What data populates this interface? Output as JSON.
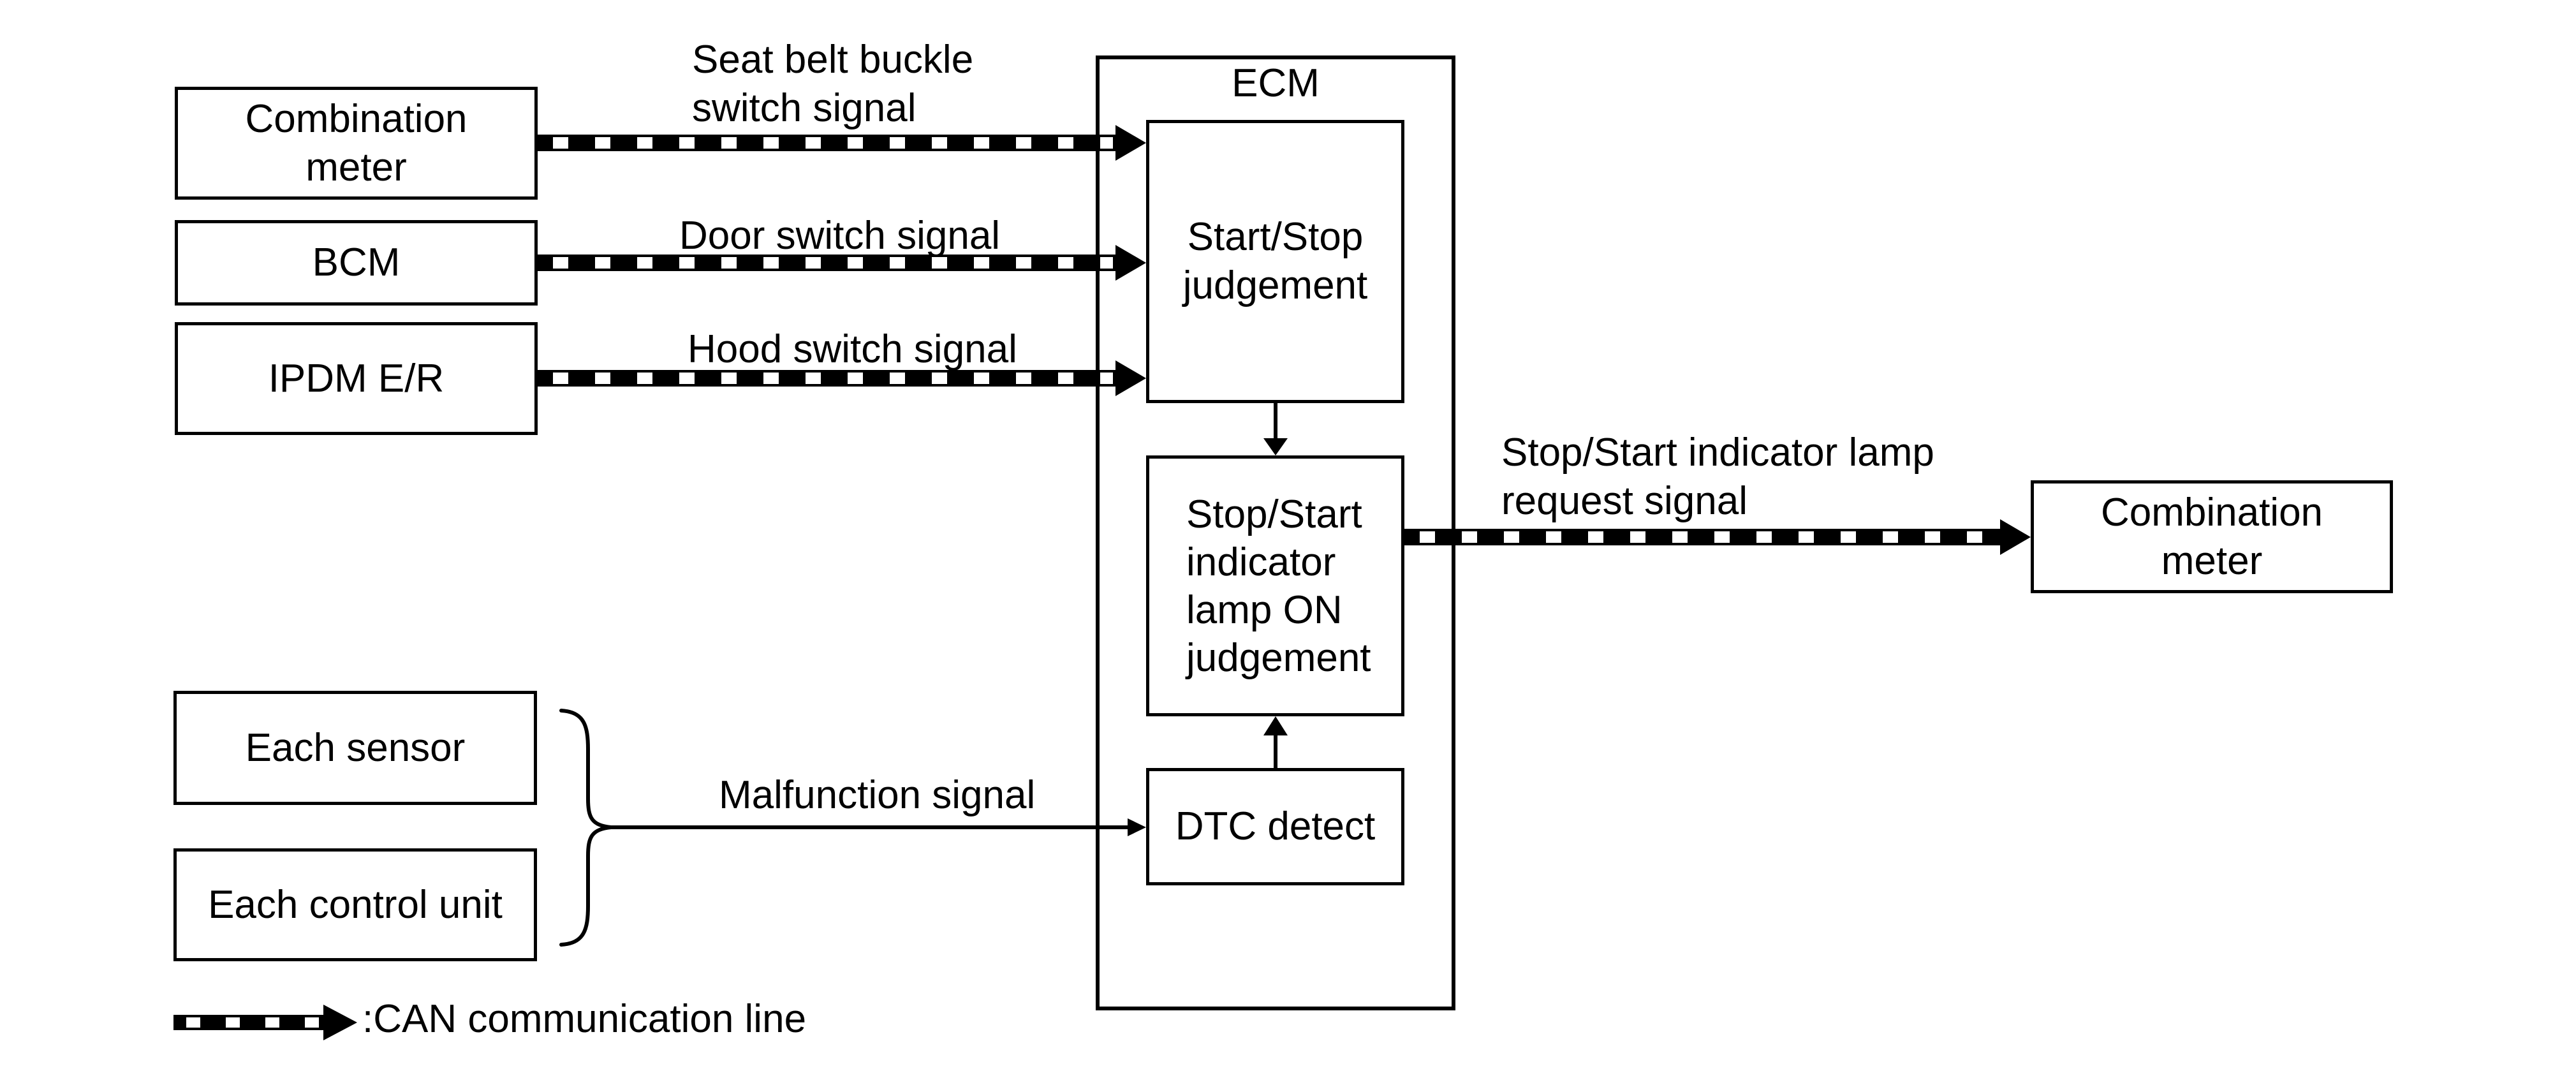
{
  "colors": {
    "background": "#ffffff",
    "line": "#000000",
    "dash_gap": "#ffffff"
  },
  "nodes": {
    "combination_meter_left": {
      "lines": [
        "Combination",
        "meter"
      ]
    },
    "bcm": {
      "lines": [
        "BCM"
      ]
    },
    "ipdm_er": {
      "lines": [
        "IPDM E/R"
      ]
    },
    "each_sensor": {
      "lines": [
        "Each sensor"
      ]
    },
    "each_control_unit": {
      "lines": [
        "Each control unit"
      ]
    },
    "ecm": {
      "label": "ECM"
    },
    "start_stop_judgement": {
      "lines": [
        "Start/Stop",
        "judgement"
      ]
    },
    "stop_start_lamp_on_judgement": {
      "lines": [
        "Stop/Start",
        "indicator",
        "lamp ON",
        "judgement"
      ]
    },
    "dtc_detect": {
      "lines": [
        "DTC detect"
      ]
    },
    "combination_meter_right": {
      "lines": [
        "Combination",
        "meter"
      ]
    }
  },
  "signals": {
    "seat_belt_buckle": {
      "lines": [
        "Seat belt buckle",
        "switch signal"
      ]
    },
    "door": {
      "lines": [
        "Door switch signal"
      ]
    },
    "hood": {
      "lines": [
        "Hood switch signal"
      ]
    },
    "lamp_request": {
      "lines": [
        "Stop/Start indicator lamp",
        "request signal"
      ]
    },
    "malfunction": {
      "lines": [
        "Malfunction signal"
      ]
    }
  },
  "legend": {
    "can_line_label": ":CAN communication line"
  }
}
